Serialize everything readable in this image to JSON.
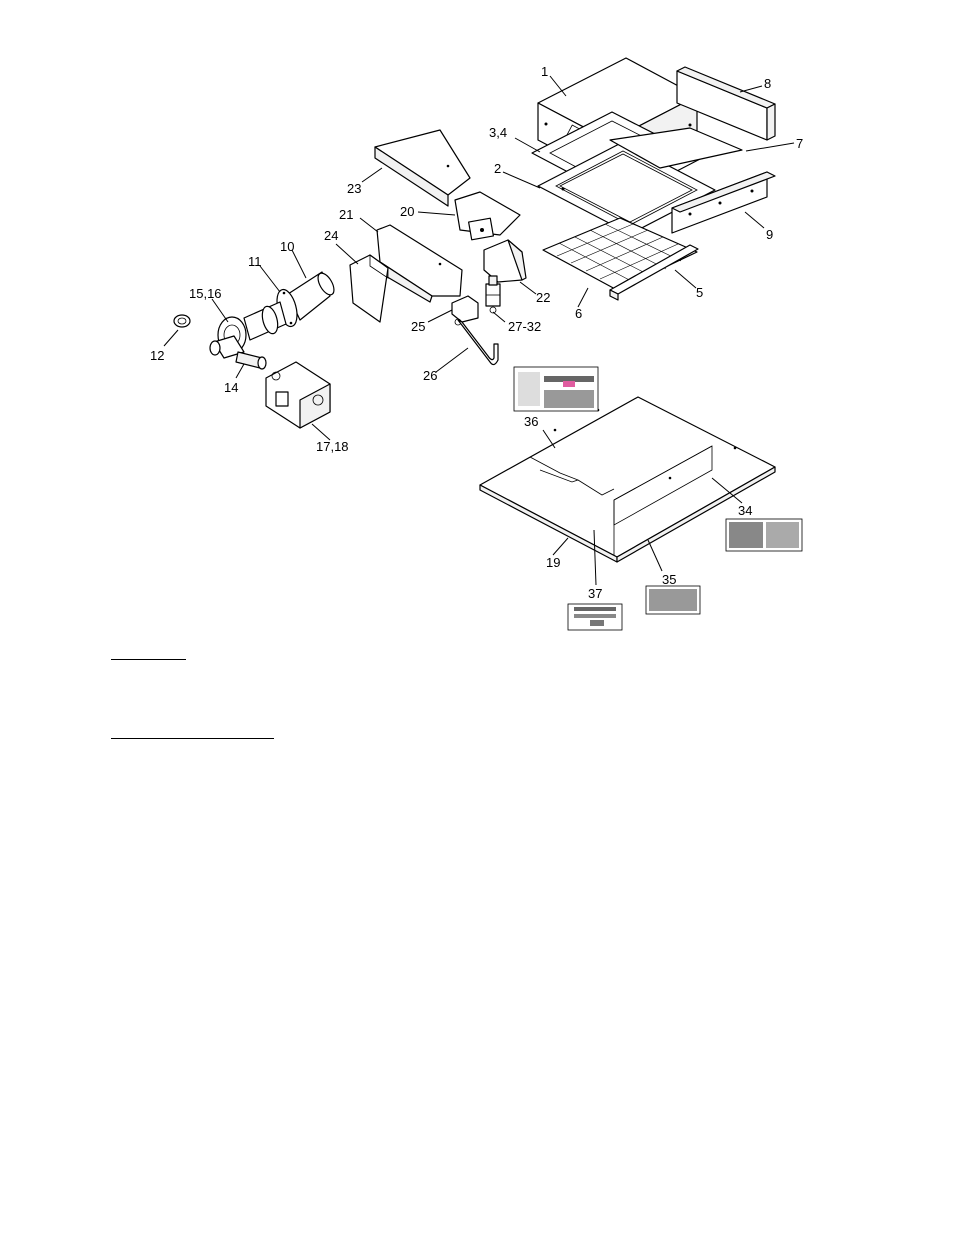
{
  "diagram": {
    "callouts": {
      "c1": "1",
      "c2": "2",
      "c3_4": "3,4",
      "c5": "5",
      "c6": "6",
      "c7": "7",
      "c8": "8",
      "c9": "9",
      "c10": "10",
      "c11": "11",
      "c12": "12",
      "c14": "14",
      "c15_16": "15,16",
      "c17_18": "17,18",
      "c19": "19",
      "c20": "20",
      "c21": "21",
      "c22": "22",
      "c23": "23",
      "c24": "24",
      "c25": "25",
      "c26": "26",
      "c27_32": "27-32",
      "c34": "34",
      "c35": "35",
      "c36": "36",
      "c37": "37"
    }
  }
}
